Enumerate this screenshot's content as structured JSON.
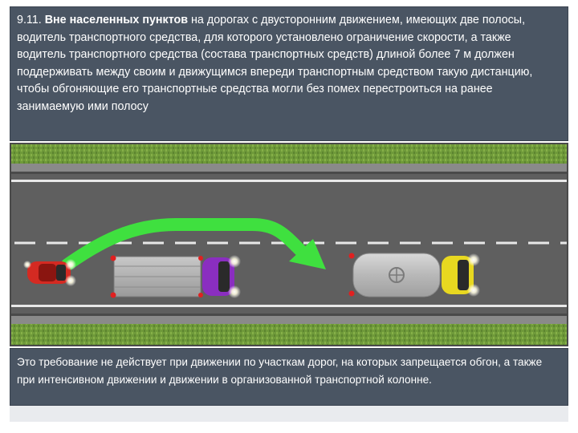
{
  "rule": {
    "prefix": "9.11. ",
    "highlight": "Вне населенных пунктов",
    "rest": " на дорогах с двусторонним движением, имеющих две полосы, водитель транспортного средства, для которого установлено ограничение скорости, а также водитель транспортного средства (состава транспортных средств) длиной более 7 м должен поддерживать между своим и движущимся впереди транспортным средством такую дистанцию, чтобы обгоняющие его транспортные средства могли без помех перестроиться на ранее занимаемую ими полосу"
  },
  "note": {
    "text": "Это требование не действует при движении по участкам дорог, на которых запрещается обгон, а также при интенсивном движении и движении в организованной транспортной колонне."
  },
  "colors": {
    "panel": "#4a5563",
    "grass": "#6f9a3a",
    "road": "#5f5f5f",
    "arrow": "#3fe03f",
    "marker": "#e02020"
  },
  "illustration": {
    "car_overtaking": "red-car-icon",
    "truck_1": "purple-truck-icon",
    "truck_2": "yellow-tanker-icon",
    "arrow": "overtake-arrow-icon"
  }
}
